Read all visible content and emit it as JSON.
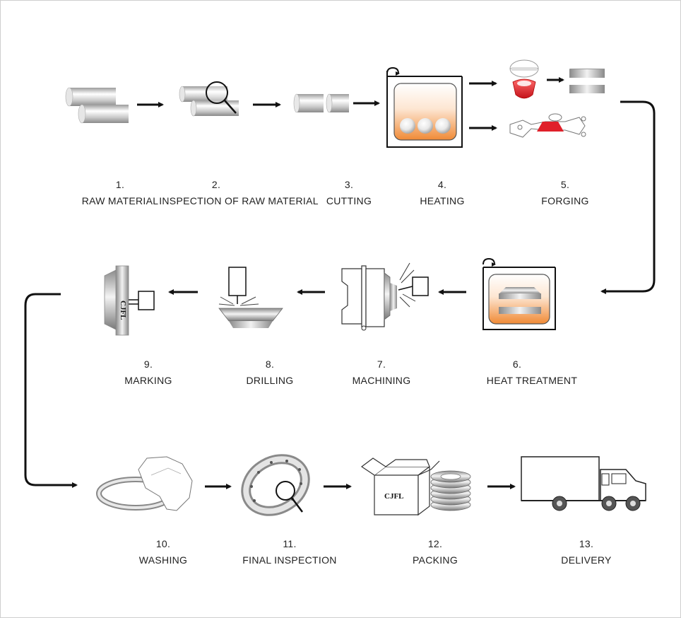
{
  "title": "",
  "steps": [
    {
      "number": "1.",
      "label": "RAW MATERIAL"
    },
    {
      "number": "2.",
      "label": "INSPECTION OF RAW MATERIAL"
    },
    {
      "number": "3.",
      "label": "CUTTING"
    },
    {
      "number": "4.",
      "label": "HEATING"
    },
    {
      "number": "5.",
      "label": "FORGING"
    },
    {
      "number": "6.",
      "label": "HEAT TREATMENT"
    },
    {
      "number": "7.",
      "label": "MACHINING"
    },
    {
      "number": "8.",
      "label": "DRILLING"
    },
    {
      "number": "9.",
      "label": "MARKING"
    },
    {
      "number": "10.",
      "label": "WASHING"
    },
    {
      "number": "11.",
      "label": "FINAL INSPECTION"
    },
    {
      "number": "12.",
      "label": "PACKING"
    },
    {
      "number": "13.",
      "label": "DELIVERY"
    }
  ],
  "logos": {
    "marking_stamp": "CJFL",
    "box_print": "CJFL"
  },
  "colors": {
    "heat": "#f28a3c",
    "forging_red": "#e0202a",
    "metal": "#c8c8c8",
    "arrow": "#111111"
  }
}
